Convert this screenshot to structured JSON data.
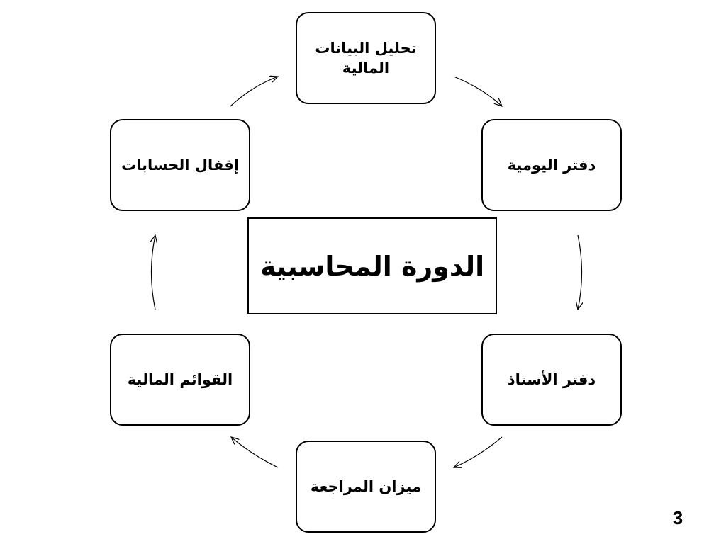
{
  "diagram": {
    "center_title": "الدورة المحاسبية",
    "cycle_steps": [
      {
        "id": "financial-data-analysis",
        "label": "تحليل البيانات المالية"
      },
      {
        "id": "journal",
        "label": "دفتر اليومية"
      },
      {
        "id": "ledger",
        "label": "دفتر الأستاذ"
      },
      {
        "id": "trial-balance",
        "label": "ميزان المراجعة"
      },
      {
        "id": "financial-statements",
        "label": "القوائم المالية"
      },
      {
        "id": "closing-accounts",
        "label": "إقفال الحسابات"
      }
    ],
    "flow_direction": "clockwise"
  },
  "slide": {
    "page_number": "3"
  }
}
